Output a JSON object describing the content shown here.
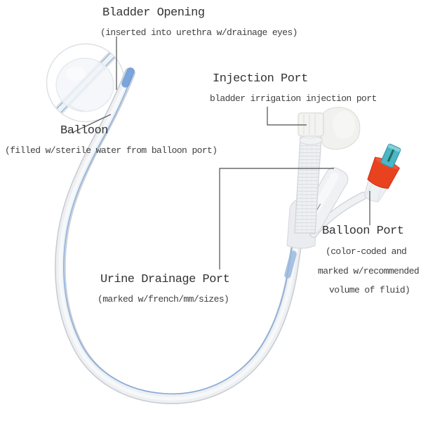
{
  "diagram": {
    "labels": {
      "bladder_opening": {
        "title": "Bladder Opening",
        "subtitle": "(inserted into urethra w/drainage eyes)"
      },
      "injection_port": {
        "title": "Injection Port",
        "subtitle": "bladder irrigation injection port"
      },
      "balloon": {
        "title": "Balloon",
        "subtitle": "(filled w/sterile water from balloon port)"
      },
      "urine_drainage_port": {
        "title": "Urine Drainage Port",
        "subtitle": "(marked w/french/mm/sizes)"
      },
      "balloon_port": {
        "title": "Balloon Port",
        "subtitle_lines": [
          "(color-coded and",
          "marked w/recommended",
          "volume of fluid)"
        ]
      }
    },
    "colors": {
      "background": "#ffffff",
      "text": "#3d3d3d",
      "leader_line": "#4e4e4e",
      "tube_edge": "#c6cbd1",
      "tube_fill": "#edeff2",
      "tube_highlight": "#f7f8fa",
      "stripe_blue": "#7ba6d9",
      "tip_blue": "#6d9bd8",
      "valve_red": "#e8421f",
      "valve_teal": "#4ab6c6",
      "port_white": "#f3f3f1"
    }
  }
}
